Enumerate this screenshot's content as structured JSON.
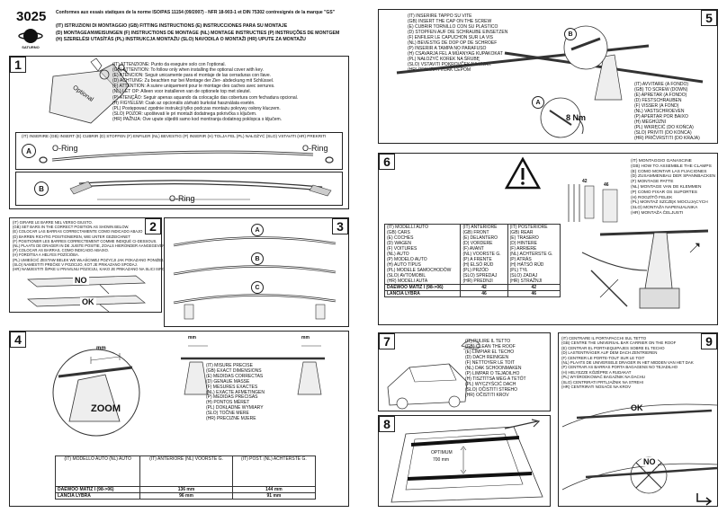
{
  "header": {
    "code": "3025",
    "brand": "SATURNO",
    "norms": "Conformes aux essais statiques de la norme ISO/PAS 11154 (09/2007) - NFR 18-903-1 et DIN 75302 contresignés de la marque \"GS\"",
    "titles": [
      "(IT) ISTRUZIONI DI MONTAGGIO (GB) FITTING INSTRUCTIONS (E) INSTRUCCIONES PARA SU MONTAJE",
      "(D) MONTAGEANWEISUNGEN (F) INSTRUCTIONS DE MONTAGE (NL) MONTAGE INSTRUCTIES (P) INSTRUÇÕES DE MONTGEM",
      "(H) SZERELÉSI UTASÍTÁS (PL) INSTRUKCJA MONTAŻU (SLO) NAVODILA O MONTAŽI (HR) UPUTE ZA MONTAŽU"
    ]
  },
  "panel1": {
    "number": "1",
    "optional_label": "Optional",
    "warnings": [
      "(IT) ATTENZIONE: Punto da eseguire solo con l'optional.",
      "(GB) ATTENTION: To follow only when installing the optional cover with key.",
      "(E) ATENCION: Seguir unicamente para el montaje de las cerraduras con llave.",
      "(D) ACHTUNG: Zu beachten nur bei Montage der Zier- abdeckung mit Schlüssel.",
      "(F) ATTENTION: A suivre uniquement pour le montage des caches avec serrures.",
      "(NL) LET OP: Alleen voor installeren van de optionele top met sleutel.",
      "(P) ATENÇÃO: Seguir apenas aquando da colocação das cobertura com fechadura opcional.",
      "(H) FIGYELEM: Csak az opcionális zárható burkolat használata esetén.",
      "(PL) Postępować zgodnie instrukcji tylko podczas montażu pokrywy osłony kluczem.",
      "(SLO) POZOR: upoštevati le pri montaži dodatnega pokrivčka s ključem.",
      "(HR) PAŽNJA: Ove upute slijediti samo kod montiranja dodatnog poklopca s ključem."
    ],
    "insert_line": "(IT) INSERIRE (GB) INSERT (E) CUBRIR (D) STOFFEN (F) ENFILER (NL) BEVESTIG (P) INSERIR (H) TOLJA FEL (PL) NAŁOŻYĆ (SLO) VSTAVITI (HR) PREKRITI",
    "oring": "O-Ring",
    "step_a": "A",
    "step_b": "B"
  },
  "panel2": {
    "number": "2",
    "lines": [
      "(IT) GIRARE LE BARRE NEL VERSO GIUSTO.",
      "(GB) SET BARS IN THE CORRECT POSITION AS SHOWN BELOW.",
      "(E) COLOCAR LAS BARRAS CORRECTAMENTE COMO INDICADO ABAJO",
      "(D) BARREN RICHTIG POSITIONIEREN, WIE UNTER GEZEICHNET",
      "(F) POSITIONER LES BARRES CORRECTEMENT COMME INDIQUÉ CI-DESSOUS.",
      "(NL) PLAATS DE DRAGER IN DE JUISTE POSITIE, ZOALS HIERONDER AANGEGEVEN",
      "(P) COLOCAR AS BARRAS, COMO INDICADO ABAIXO.",
      "(H) FORDÍTSA A HELYES POZÍCIÓBA.",
      "(PL) UMIEŚCIĆ ZESTAW BELEK WE WŁAŚCIWEJ POZYCJI JAK POKAZANO PONIŻEJ.",
      "(SLO) NAMESTITI PREČKE V POZICIJO, KOT JE PRIKAZANO SPODAJ.",
      "(HR) NAMJESTITI ŠIPKE U PRAVILNU POZICIJU, KAKO JE PRIKAZANO NA SLICI ISPOD"
    ],
    "no": "NO",
    "ok": "OK"
  },
  "panel3": {
    "number": "3",
    "labels": [
      "A",
      "B",
      "C"
    ]
  },
  "panel4": {
    "number": "4",
    "mm": "mm",
    "zoom": "ZOOM",
    "measure": [
      "(IT) MISURE PRECISE",
      "(GB) EXACT DIMENSIONS",
      "(E) MEDIDAS CORRECTAS",
      "(D) GENAUE MASSE",
      "(F) MESURES EXACTES",
      "(NL) EXACTE AFMETINGEN",
      "(P) MEDIDAS PRECISAS",
      "(H) PONTOS MÉRET",
      "(PL) DOKŁADNE WYMIARY",
      "(SLO) TOČNE MERE",
      "(HR) PRECIZNE MJERE"
    ],
    "table_headers": [
      "(IT) MODELLO AUTO (NL) AUTO",
      "(IT) ANTERIORE (NL) VOORSTE G.",
      "(IT) POST. (NL) ACHTERSTE G."
    ],
    "rows": [
      {
        "model": "DAEWOO MATIZ I (98->06)",
        "front": "136 mm",
        "rear": "144 mm"
      },
      {
        "model": "LANCIA LYBRA",
        "front": "96 mm",
        "rear": "91 mm"
      }
    ]
  },
  "panel5": {
    "number": "5",
    "torque": "8 Nm",
    "labels": [
      "A",
      "B"
    ],
    "insert": [
      "(IT) INSERIRE TAPPO SU VITE",
      "(GB) INSERT THE CAP ON THE SCREW",
      "(E) CUBRIR TORNILLO CON SU PLASTICO",
      "(D) STOPFEN AUF DIE SCHRAUBE EINSETZEN",
      "(F) ENFILER LE CAPUCHON SUR LA VIS",
      "(NL) BEVESTIG DE DOP OP DE SCHROEF",
      "(P) INSERIR A TAMPA NO PARAFUSO",
      "(H) CSAVARJA FEL A MŰANYAG KUPAKOKAT",
      "(PL) NAŁOŻYĆ KOREK NA ŚRUBĘ",
      "(SLO) VSTAVITI POKROVČEK NA VIJAK",
      "(HR) PREKRITI VIJAK ČEPOM"
    ],
    "screw": [
      "(IT) AVVITARE (A FONDO)",
      "(GB) TO SCREW (DOWN)",
      "(E) APRETAR (A FONDO)",
      "(D) FESTSCHRAUBEN",
      "(F) VISSER (A FOND)",
      "(NL) VASTSCHROEVEN",
      "(P) APERTAR POR BAIXO",
      "(H) MEGHÚZNI",
      "(PL) WKRĘCIĆ (DO KOŃCA)",
      "(SLO) PRIVITI (DO KONCA)",
      "(HR) PRIČVRSTITI (DO KRAJA)"
    ]
  },
  "panel6": {
    "number": "6",
    "sizes": [
      "42",
      "46"
    ],
    "col1": [
      "(IT) MODELLI AUTO",
      "(GB) CARS",
      "(E) COCHES",
      "(D) WAGEN",
      "(F) VOITURES",
      "(NL) AUTO",
      "(P) MODELO AUTO",
      "(H) AUTO TÍPUS",
      "(PL) MODELE SAMOCHODÓW",
      "(SLO) AVTOMOBIL",
      "(HR) MODELI AUTA"
    ],
    "col2": [
      "(IT) ANTERIORE",
      "(GB) FRONT",
      "(E) DELANTERO",
      "(D) VORDERE",
      "(F) AVANT",
      "(NL) VOORSTE G.",
      "(P) A FRENTE",
      "(H) ELSŐ RÚD",
      "(PL) PRZÓD",
      "(SLO) SPREDAJ",
      "(HR) PREDNJI"
    ],
    "col3": [
      "(IT) POSTERIORE",
      "(GB) REAR",
      "(E) TRASERO",
      "(D) HINTERE",
      "(F) ARRIERE",
      "(NL) ACHTERSTE G.",
      "(P) ATRÁS",
      "(H) HÁTSÓ RÚD",
      "(PL) TYŁ",
      "(SLO) ZADAJ",
      "(HR) STRAŽNJI"
    ],
    "rows": [
      {
        "model": "DAEWOO MATIZ I (98->06)",
        "front": "42",
        "rear": "42"
      },
      {
        "model": "LANCIA LYBRA",
        "front": "46",
        "rear": "46"
      }
    ],
    "clamp": [
      "(IT) MONTAGGIO GANASCINE",
      "(GB) HOW TO ASSEMBLE THE CLAMPS",
      "(E) COMO MONTAR LAS FIJACIONES",
      "(D) ZUSAMMENBAU DER SPANNBACKEN",
      "(F) MONTAGE PATTE",
      "(NL) MONTAGE VAN DE KLEMMEN",
      "(P) COMO FIXAR OS SUPORTES",
      "(H) ROGZÍTŐ FELEK",
      "(PL) MONTAŻ SZCZĘK MOCUJĄCYCH",
      "(SLO) MONTAŽA NAPENJALNIKA",
      "(HR) MONTAŽA ČELJUSTI"
    ]
  },
  "panel7": {
    "number": "7",
    "lines": [
      "(IT) PULIRE IL TETTO",
      "(GB) CLEAN THE ROOF",
      "(E) LIMPIAR EL TECHO",
      "(D) DACH REINIGEN",
      "(F) NETTOYER LE TOIT",
      "(NL) DAK SCHOONMAKEN",
      "(P) LIMPAR O TEJADILHO",
      "(H) TISZTÍTSA MEG A TETŐT",
      "(PL) WYCZYŚCIĆ DACH",
      "(SLO) OČISTITI STREHO",
      "(HR) OČISTITI KROV"
    ]
  },
  "panel8": {
    "number": "8",
    "optimum": "OPTIMUM",
    "distance": "700 mm"
  },
  "panel9": {
    "number": "9",
    "lines": [
      "(IT) CENTRARE IL PORTAPACCHI SUL TETTO",
      "(GB) CENTRE THE UNIVERSAL BAR CARRIER ON THE ROOF",
      "(E) CENTRAR EL PORTAEQUIPAJES SOBRE EL TECHO",
      "(D) LASTENTRÄGER AUF DEM DACH ZENTRIEREN",
      "(F) CENTRER LE PORTE-TOUT SUR LE TOIT",
      "(NL) PLAATS DE UNIVERSELE DRAGER IN HET MIDDEN VAN HET DAK",
      "(P) CENTRAR AS BARRAS PORTA BAGAGENS NO TEJADILHO",
      "(H) HELYEZZE KÖZÉPRE A RUDAKAT",
      "(PL) WYŚRODKOWAĆ BAGAŻNIK NA DACHU",
      "(SLO) CENTRIRATI PRTLJAŽNIK NA STREHI",
      "(HR) CENTRIRATI NOSAČE NA KROV"
    ],
    "ok": "OK",
    "no": "NO"
  }
}
